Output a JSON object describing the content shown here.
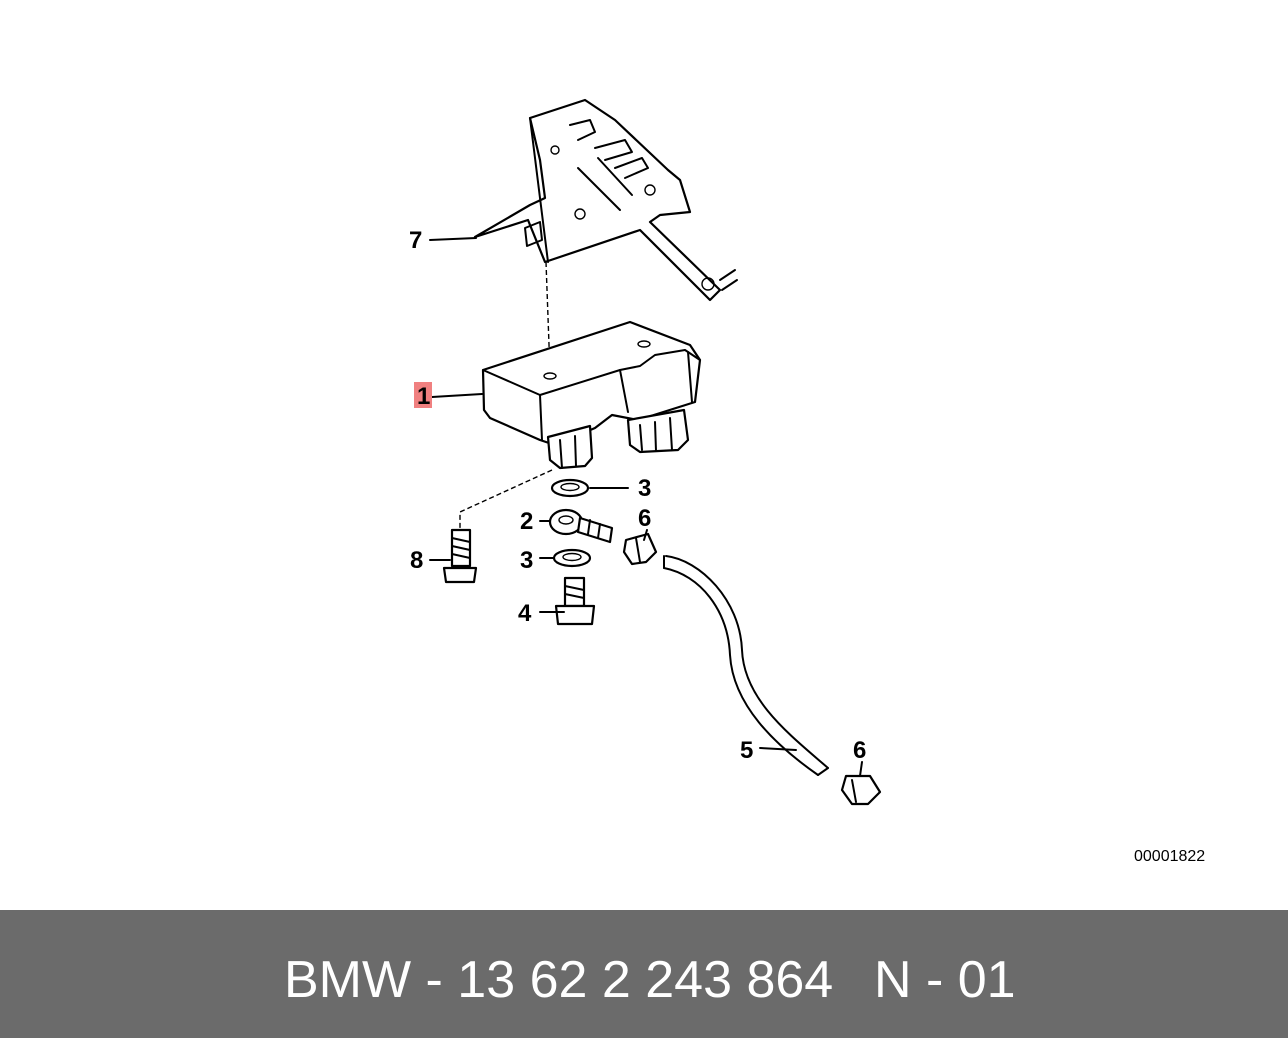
{
  "diagram": {
    "callouts": {
      "c1": "1",
      "c2": "2",
      "c3a": "3",
      "c3b": "3",
      "c4": "4",
      "c5": "5",
      "c6a": "6",
      "c6b": "6",
      "c7": "7",
      "c8": "8"
    },
    "highlight_color": "#f08080",
    "drawing_number": "00001822"
  },
  "footer": {
    "part_text": "BMW - 13 62 2 243 864",
    "page_text": "N - 01",
    "background_color": "#6b6b6b"
  }
}
